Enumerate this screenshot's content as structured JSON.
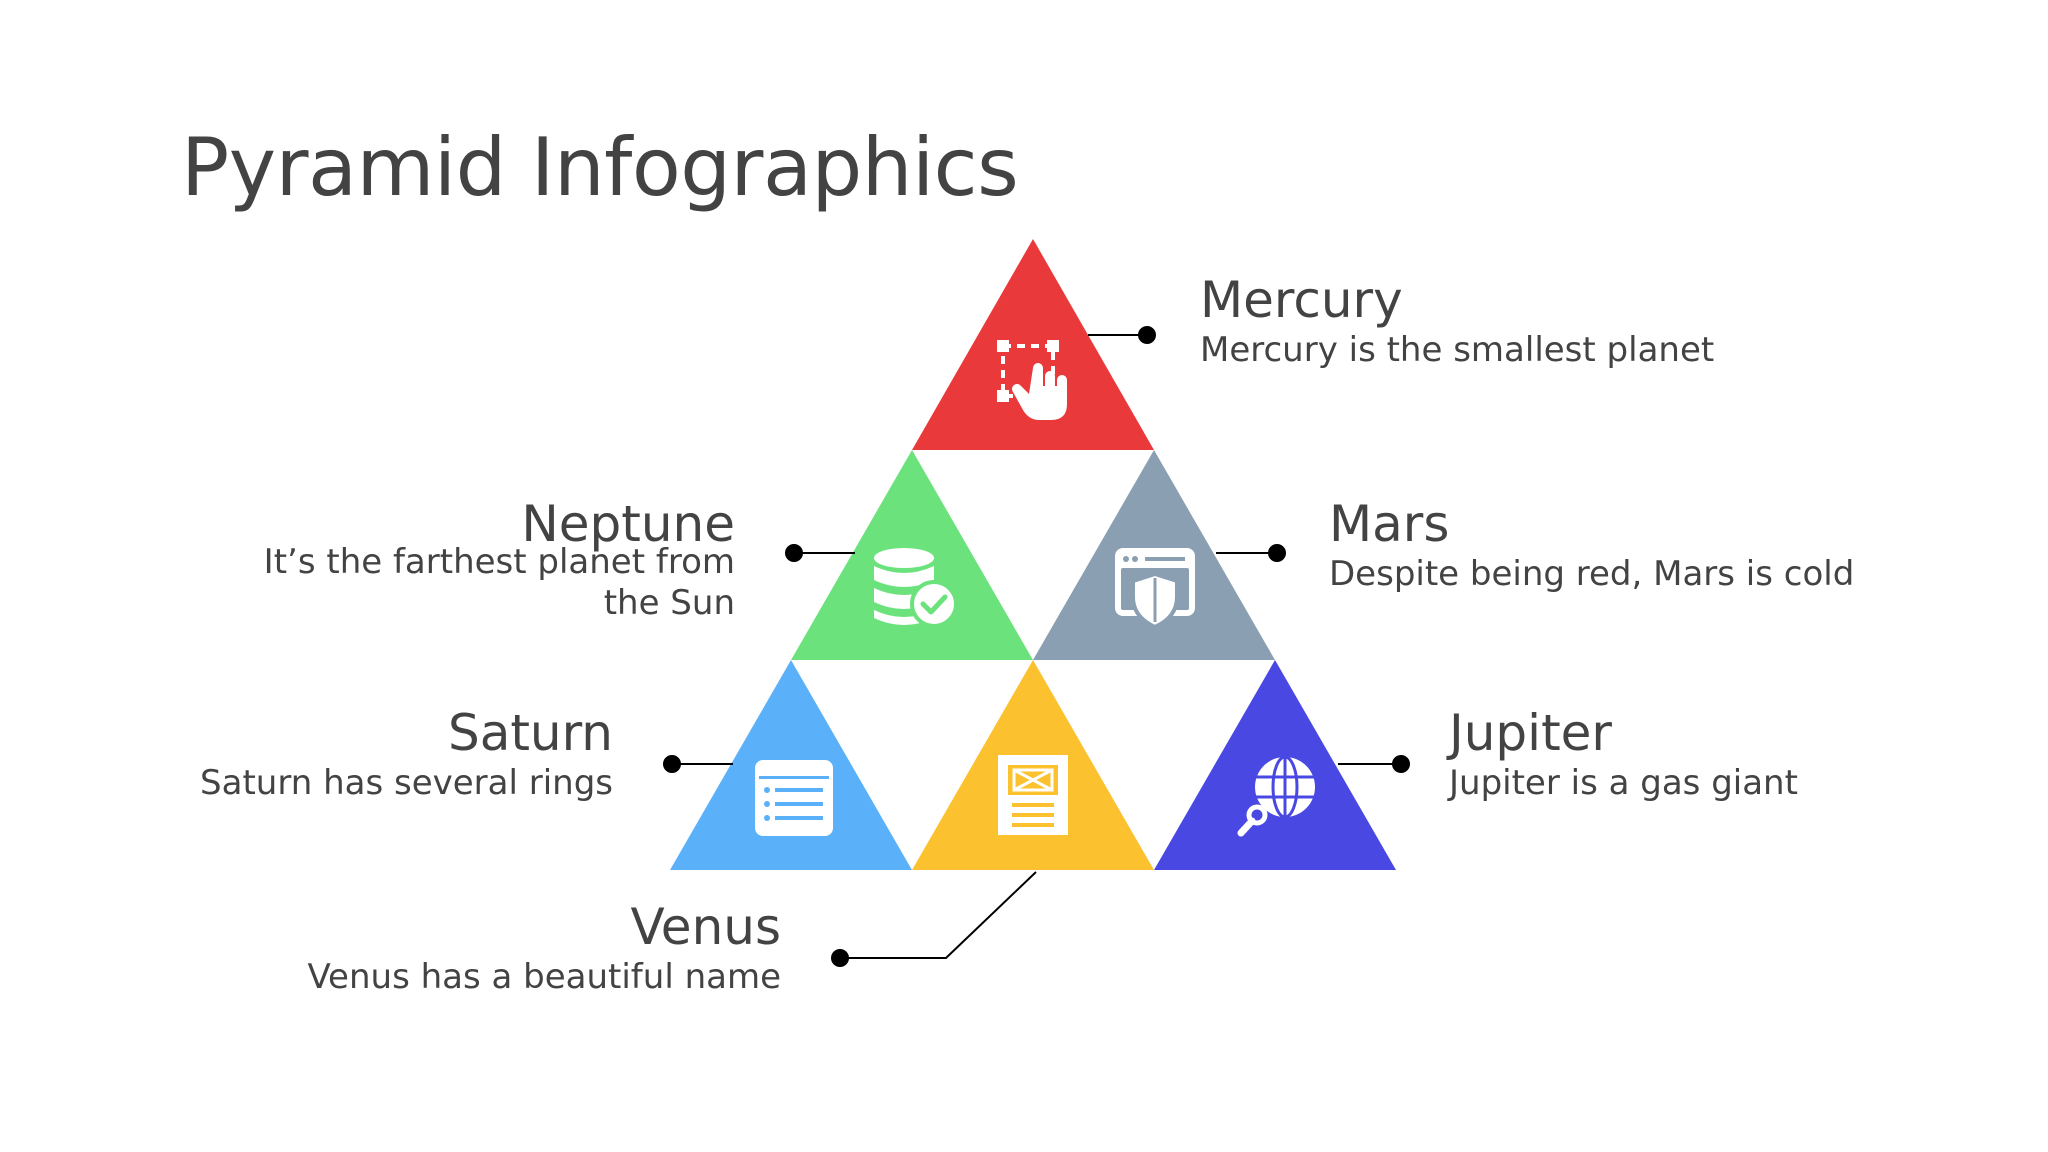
{
  "slide": {
    "title": "Pyramid Infographics"
  },
  "colors": {
    "red": "#ea393b",
    "green": "#6be27c",
    "gray": "#8a9fb2",
    "blue": "#5ab1fa",
    "yellow": "#fcc12f",
    "indigo": "#4a48e2",
    "connector": "#000000"
  },
  "items": [
    {
      "key": "mercury",
      "name": "Mercury",
      "description": "Mercury is the smallest planet",
      "icon": "hand-select-icon",
      "color": "#ea393b"
    },
    {
      "key": "neptune",
      "name": "Neptune",
      "description": "It’s the farthest planet from the Sun",
      "icon": "database-check-icon",
      "color": "#6be27c"
    },
    {
      "key": "mars",
      "name": "Mars",
      "description": "Despite being red, Mars is cold",
      "icon": "browser-shield-icon",
      "color": "#8a9fb2"
    },
    {
      "key": "saturn",
      "name": "Saturn",
      "description": "Saturn has several rings",
      "icon": "server-list-icon",
      "color": "#5ab1fa"
    },
    {
      "key": "venus",
      "name": "Venus",
      "description": "Venus has a beautiful name",
      "icon": "package-box-icon",
      "color": "#fcc12f"
    },
    {
      "key": "jupiter",
      "name": "Jupiter",
      "description": "Jupiter is a gas giant",
      "icon": "globe-search-icon",
      "color": "#4a48e2"
    }
  ]
}
